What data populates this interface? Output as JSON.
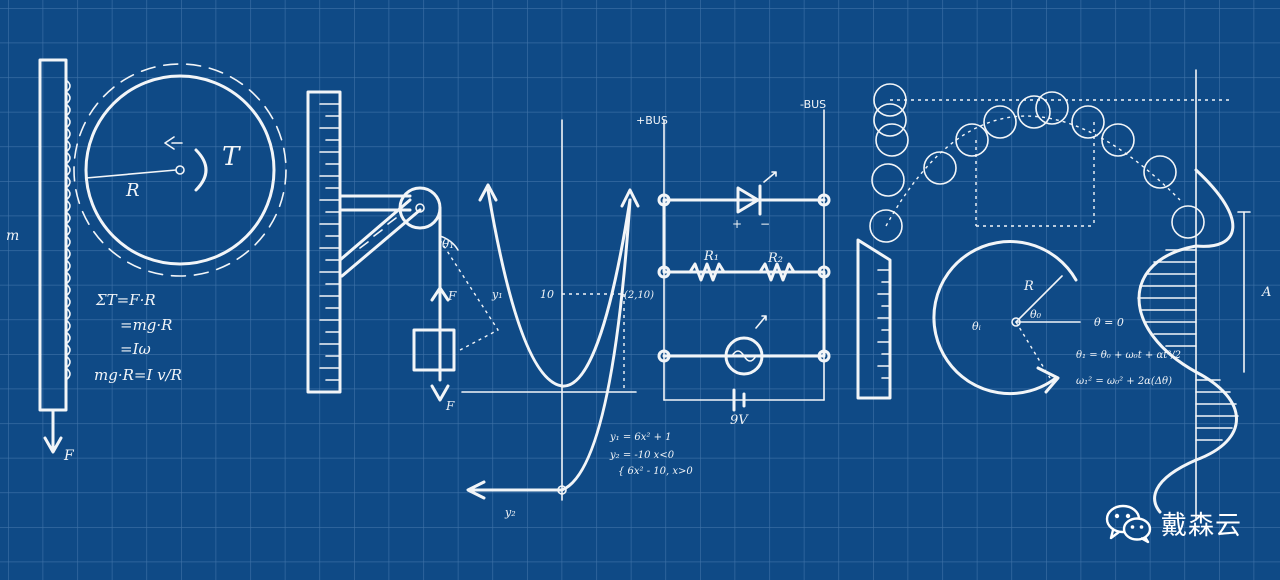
{
  "watermark": {
    "text": "戴森云",
    "icon": "wechat-icon"
  },
  "labels": {
    "torque_T": "T",
    "radius_R": "R",
    "mass_m": "m",
    "force_Fg_left": "F",
    "eq1": "ΣT=F·R",
    "eq2": "=mg·R",
    "eq3": "=Iω",
    "eq4": "mg·R=I v/R",
    "theta1": "θ₁",
    "force_Ft": "F",
    "force_Fg": "F",
    "y1": "y₁",
    "y2": "y₂",
    "ten": "10",
    "point": "(2,10)",
    "eq_y1": "y₁ = 6x² + 1",
    "eq_y2": "y₂ = -10 x<0",
    "eq_y2b": "{ 6x² - 10, x>0",
    "bus_plus": "+BUS",
    "bus_minus": "-BUS",
    "R1": "R₁",
    "R2": "R₂",
    "battery": "9V",
    "R_circle": "R",
    "theta_i": "θᵢ",
    "theta_0": "θ₀",
    "theta_eq0": "θ = 0",
    "omega_eq1": "θ₁ = θ₀ + ω₀t + αt²/2",
    "omega_eq2": "ω₁² = ω₀² + 2α(Δθ)",
    "A": "A",
    "diode_plus": "+",
    "diode_minus": "−"
  },
  "colors": {
    "background": "#0f4a86",
    "grid": "#3f72a8",
    "ink": "#f2f5f8"
  }
}
